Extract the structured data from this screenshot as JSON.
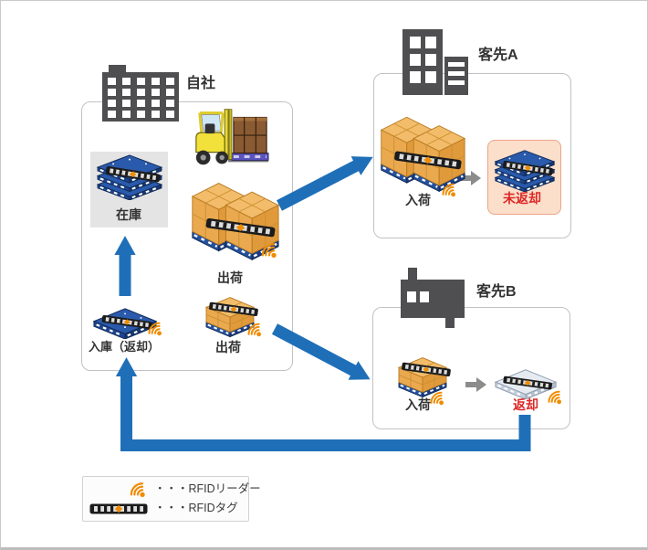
{
  "company": {
    "label": "自社",
    "stock": "在庫",
    "ship_large": "出荷",
    "ship_small": "出荷",
    "receive": "入庫（返却）"
  },
  "customer_a": {
    "label": "客先A",
    "arrival": "入荷",
    "not_returned": "未返却"
  },
  "customer_b": {
    "label": "客先B",
    "arrival": "入荷",
    "returned": "返却"
  },
  "legend": {
    "reader": "・・・RFIDリーダー",
    "tag": "・・・RFIDタグ"
  },
  "icons": {
    "rfid_reader_icon": "orange-signal-arcs",
    "rfid_tag_icon": "black-striped-band",
    "company_building_icon": "office-building",
    "customer_a_building_icon": "twin-towers",
    "customer_b_building_icon": "warehouse-house",
    "forklift_icon": "yellow-forklift-with-load",
    "transfer_arrow_icon": "gray-right-arrow",
    "flow_arrow_icon": "thick-blue-arrow"
  },
  "colors": {
    "flow_arrow_blue": "#1f6fb8",
    "pallet_blue": "#2a5aab",
    "pallet_gray": "#e6ebf2",
    "carton_orange": "#eaa94f",
    "rfid_orange": "#f08c00",
    "alert_red": "#dd2727",
    "not_returned_bg": "#fbdfca",
    "not_returned_border": "#eda487",
    "building_gray": "#4f4f51",
    "stock_area_bg": "#e4e4e4",
    "panel_border": "#c2c2c6"
  }
}
